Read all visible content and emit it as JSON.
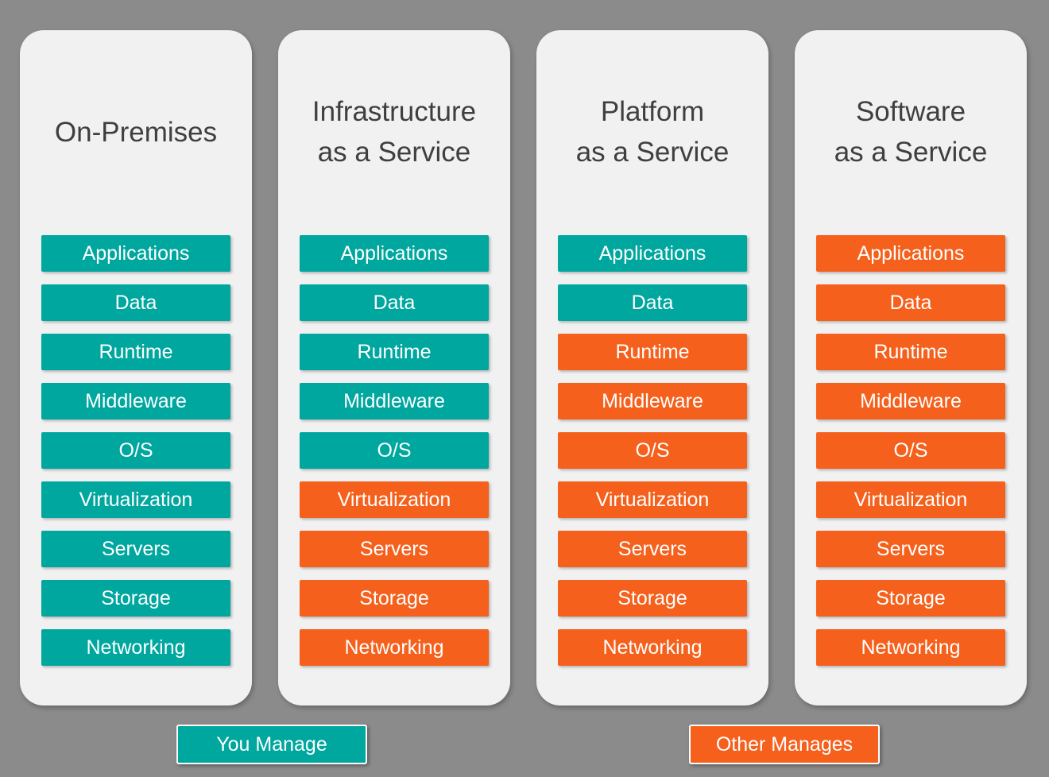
{
  "colors": {
    "background": "#8b8b8b",
    "card_background": "#f1f1f1",
    "you_manage": "#00a79e",
    "other_manages": "#f5601c",
    "title_text": "#3f3f3f",
    "layer_text": "#ffffff"
  },
  "legend": {
    "you_manage_label": "You Manage",
    "other_manages_label": "Other Manages"
  },
  "columns": [
    {
      "title": "On-Premises",
      "layers": [
        {
          "label": "Applications",
          "managed_by": "you"
        },
        {
          "label": "Data",
          "managed_by": "you"
        },
        {
          "label": "Runtime",
          "managed_by": "you"
        },
        {
          "label": "Middleware",
          "managed_by": "you"
        },
        {
          "label": "O/S",
          "managed_by": "you"
        },
        {
          "label": "Virtualization",
          "managed_by": "you"
        },
        {
          "label": "Servers",
          "managed_by": "you"
        },
        {
          "label": "Storage",
          "managed_by": "you"
        },
        {
          "label": "Networking",
          "managed_by": "you"
        }
      ]
    },
    {
      "title": "Infrastructure\nas a Service",
      "layers": [
        {
          "label": "Applications",
          "managed_by": "you"
        },
        {
          "label": "Data",
          "managed_by": "you"
        },
        {
          "label": "Runtime",
          "managed_by": "you"
        },
        {
          "label": "Middleware",
          "managed_by": "you"
        },
        {
          "label": "O/S",
          "managed_by": "you"
        },
        {
          "label": "Virtualization",
          "managed_by": "other"
        },
        {
          "label": "Servers",
          "managed_by": "other"
        },
        {
          "label": "Storage",
          "managed_by": "other"
        },
        {
          "label": "Networking",
          "managed_by": "other"
        }
      ]
    },
    {
      "title": "Platform\nas a Service",
      "layers": [
        {
          "label": "Applications",
          "managed_by": "you"
        },
        {
          "label": "Data",
          "managed_by": "you"
        },
        {
          "label": "Runtime",
          "managed_by": "other"
        },
        {
          "label": "Middleware",
          "managed_by": "other"
        },
        {
          "label": "O/S",
          "managed_by": "other"
        },
        {
          "label": "Virtualization",
          "managed_by": "other"
        },
        {
          "label": "Servers",
          "managed_by": "other"
        },
        {
          "label": "Storage",
          "managed_by": "other"
        },
        {
          "label": "Networking",
          "managed_by": "other"
        }
      ]
    },
    {
      "title": "Software\nas a Service",
      "layers": [
        {
          "label": "Applications",
          "managed_by": "other"
        },
        {
          "label": "Data",
          "managed_by": "other"
        },
        {
          "label": "Runtime",
          "managed_by": "other"
        },
        {
          "label": "Middleware",
          "managed_by": "other"
        },
        {
          "label": "O/S",
          "managed_by": "other"
        },
        {
          "label": "Virtualization",
          "managed_by": "other"
        },
        {
          "label": "Servers",
          "managed_by": "other"
        },
        {
          "label": "Storage",
          "managed_by": "other"
        },
        {
          "label": "Networking",
          "managed_by": "other"
        }
      ]
    }
  ]
}
